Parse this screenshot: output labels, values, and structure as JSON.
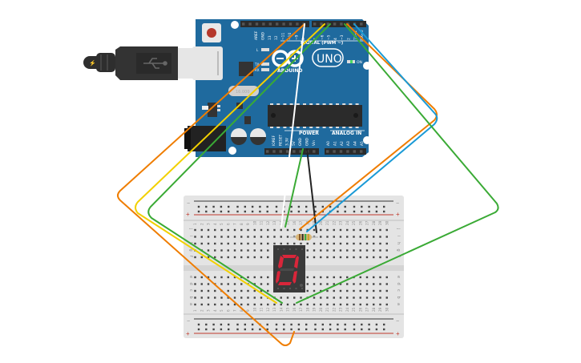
{
  "app": {
    "title": "Circuit workspace"
  },
  "arduino": {
    "logo_text": "ARDUINO",
    "model": "UNO",
    "section_digital": "DIGITAL (PWM ~)",
    "section_power": "POWER",
    "section_analog": "ANALOG IN",
    "on_label": "ON",
    "led_labels": [
      "L",
      "TX",
      "RX"
    ],
    "digital_pins": [
      "AREF",
      "GND",
      "13",
      "12",
      "~11",
      "~10",
      "~9",
      "8",
      "7",
      "~6",
      "~5",
      "4",
      "~3",
      "2",
      "TX→1",
      "RX←0"
    ],
    "power_pins": [
      "IOREF",
      "RESET",
      "3.3V",
      "5V",
      "GND",
      "GND",
      "Vin"
    ],
    "analog_pins": [
      "A0",
      "A1",
      "A2",
      "A3",
      "A4",
      "A5"
    ],
    "crystal_label": "16.000",
    "colors": {
      "board": "#1f6a9e",
      "header": "#2b2b2b",
      "reset": "#b5382b"
    }
  },
  "usb_cable": {
    "icon": "usb-icon"
  },
  "breadboard": {
    "rail_minus": "−",
    "rail_plus": "+",
    "rows_top": [
      "j",
      "i",
      "h",
      "g",
      "f"
    ],
    "rows_bottom": [
      "e",
      "d",
      "c",
      "b",
      "a"
    ],
    "columns": [
      "1",
      "2",
      "3",
      "4",
      "5",
      "6",
      "7",
      "8",
      "9",
      "10",
      "11",
      "12",
      "13",
      "14",
      "15",
      "16",
      "17",
      "18",
      "19",
      "20",
      "21",
      "22",
      "23",
      "24",
      "25",
      "26",
      "27",
      "28",
      "29",
      "30"
    ]
  },
  "seven_segment": {
    "displayed_digit": "0",
    "segment_color": "#d9263a",
    "segments_on": [
      "a",
      "b",
      "c",
      "d",
      "e",
      "f"
    ],
    "segments_off": [
      "g",
      "dp"
    ]
  },
  "resistor": {
    "bands": [
      "#8a5a2b",
      "#2a2a2a",
      "#2fa844",
      "#c9a22a"
    ]
  },
  "wires": [
    {
      "name": "wire-orange-left",
      "color": "#ef7d00"
    },
    {
      "name": "wire-yellow",
      "color": "#f2d000"
    },
    {
      "name": "wire-green-left",
      "color": "#3aaa35"
    },
    {
      "name": "wire-white",
      "color": "#ffffff"
    },
    {
      "name": "wire-green-power",
      "color": "#3aaa35"
    },
    {
      "name": "wire-black-gnd",
      "color": "#222222"
    },
    {
      "name": "wire-orange-right",
      "color": "#ef7d00"
    },
    {
      "name": "wire-blue",
      "color": "#1a9ad6"
    },
    {
      "name": "wire-green-right",
      "color": "#3aaa35"
    }
  ]
}
